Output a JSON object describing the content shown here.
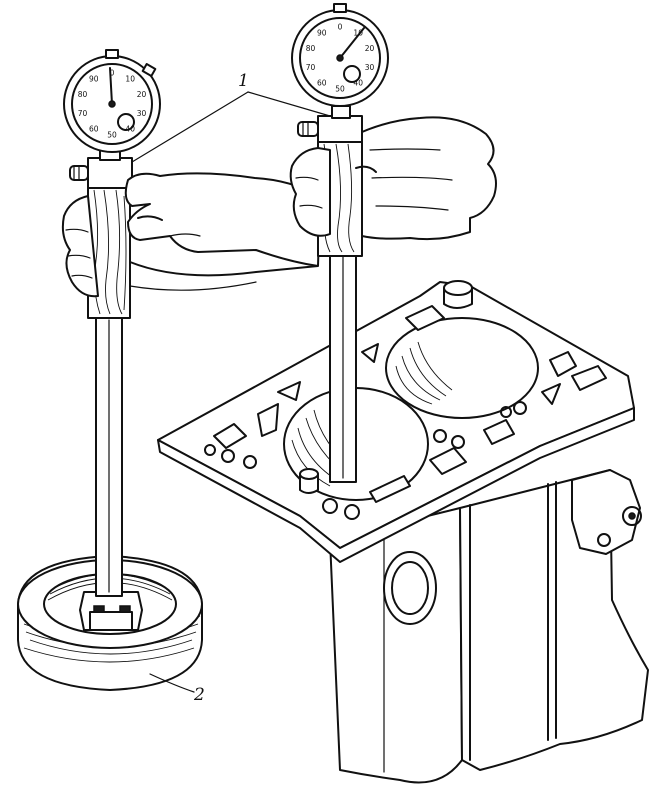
{
  "figure": {
    "callouts": [
      {
        "id": "callout-1",
        "text": "1"
      },
      {
        "id": "callout-2",
        "text": "2"
      }
    ],
    "left_gauge_dial": [
      "90",
      "0",
      "10",
      "20",
      "30",
      "40",
      "50",
      "60",
      "70",
      "80"
    ],
    "right_gauge_dial": [
      "90",
      "0",
      "10",
      "20",
      "30",
      "40",
      "50",
      "60",
      "70",
      "80"
    ]
  }
}
